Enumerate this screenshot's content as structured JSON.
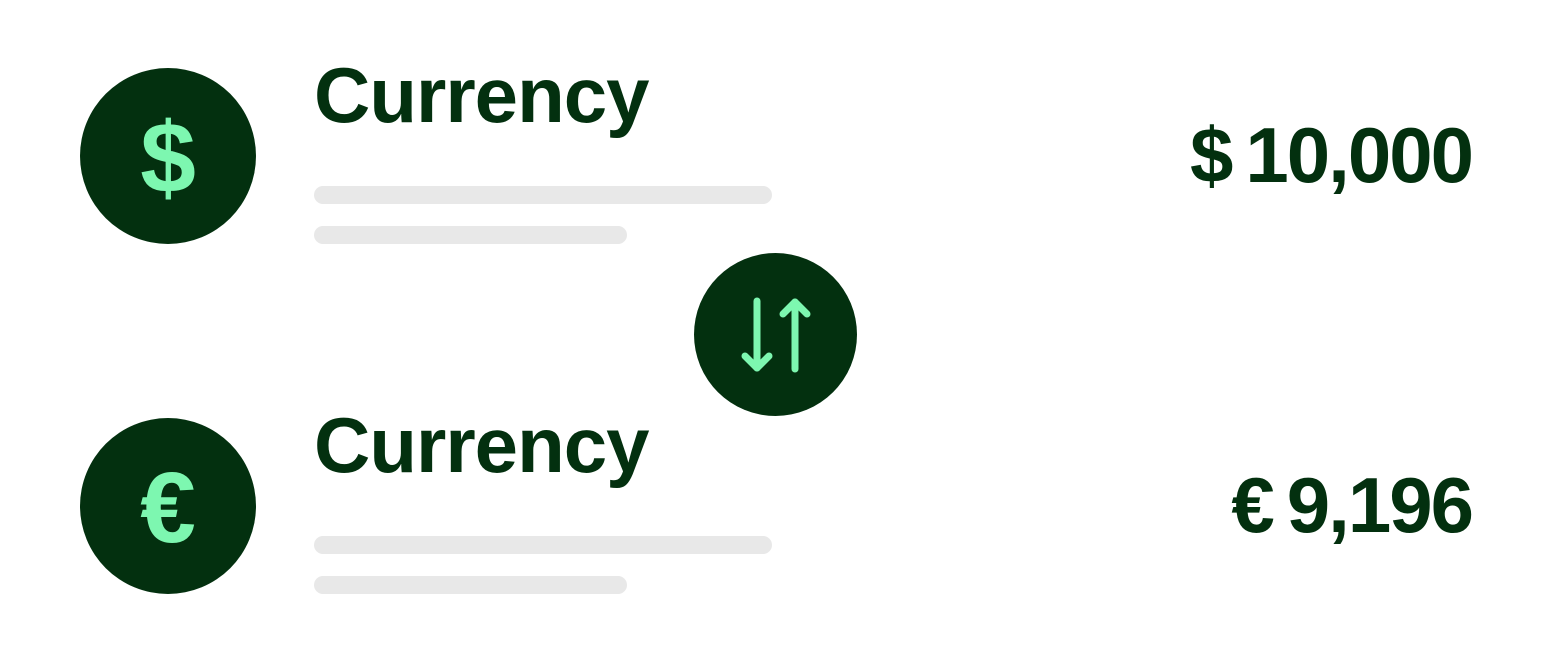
{
  "colors": {
    "dark": "#03300f",
    "accent": "#7df7b0"
  },
  "from": {
    "icon": "dollar-sign-icon",
    "symbol": "$",
    "title": "Currency",
    "amount_symbol": "$",
    "amount_value": "10,000"
  },
  "to": {
    "icon": "euro-sign-icon",
    "symbol": "€",
    "title": "Currency",
    "amount_symbol": "€",
    "amount_value": "9,196"
  },
  "swap": {
    "icon": "swap-vertical-arrows-icon"
  }
}
